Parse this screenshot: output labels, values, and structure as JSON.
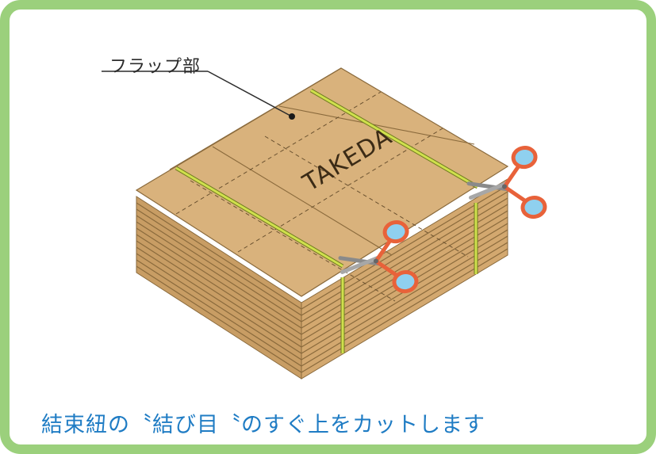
{
  "flap_label": "フラップ部",
  "box_print": "TAKEDA",
  "caption": "結束紐の〝結び目〝のすぐ上をカットします",
  "colors": {
    "frame": "#9bd07c",
    "cardboard": "#d7b07a",
    "cardboard_dark": "#b98d55",
    "band": "#c8d84a",
    "caption": "#1f7cc4",
    "scissor_handle": "#e8623a",
    "scissor_fill": "#8fd0ef"
  },
  "icons": [
    "scissors-icon"
  ]
}
